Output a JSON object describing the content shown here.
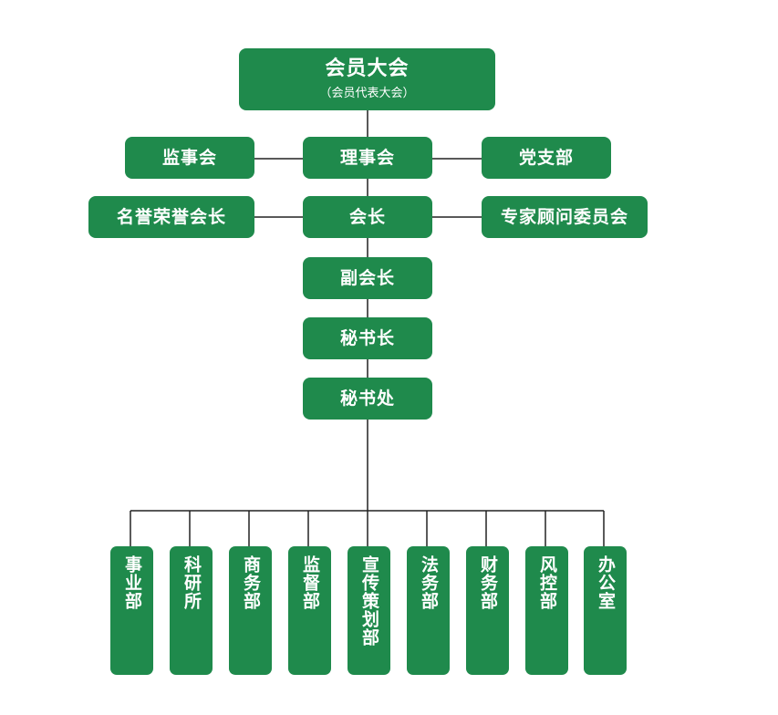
{
  "top": {
    "label": "会员大会",
    "sub": "（会员代表大会）"
  },
  "row1": {
    "left": "监事会",
    "center": "理事会",
    "right": "党支部"
  },
  "row2": {
    "left": "名誉荣誉会长",
    "center": "会长",
    "right": "专家顾问委员会"
  },
  "chain": [
    "副会长",
    "秘书长",
    "秘书处"
  ],
  "departments": [
    "事业部",
    "科研所",
    "商务部",
    "监督部",
    "宣传策划部",
    "法务部",
    "财务部",
    "风控部",
    "办公室"
  ],
  "colors": {
    "box": "#1f8a4c",
    "line": "#222222",
    "text": "#ffffff"
  }
}
